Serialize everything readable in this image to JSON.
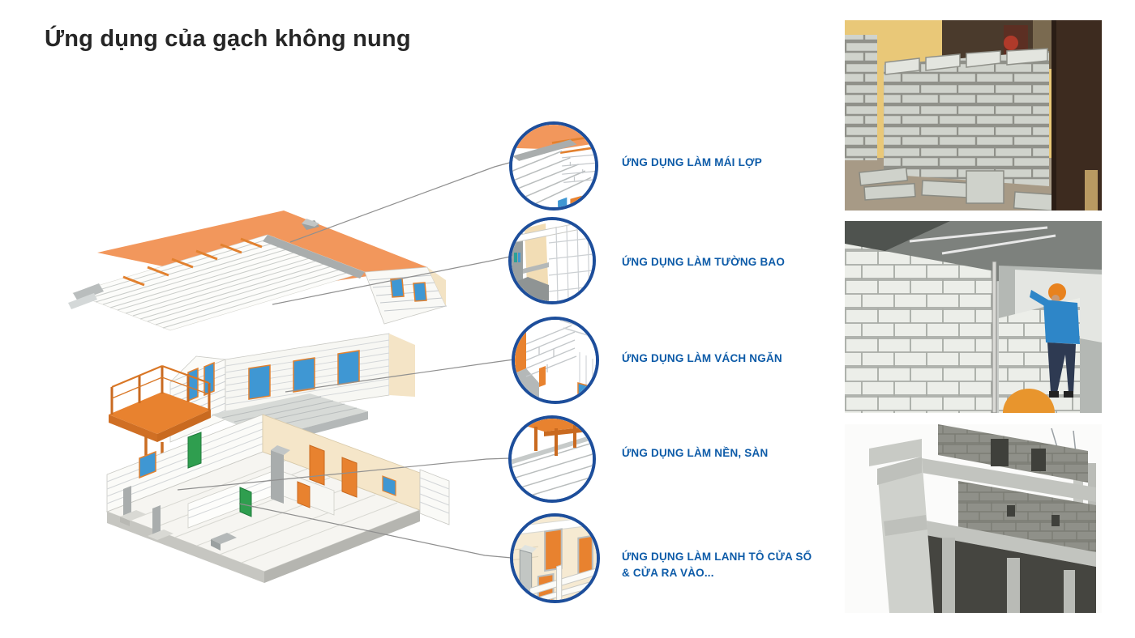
{
  "slide": {
    "title": "Ứng dụng của gạch không nung"
  },
  "callouts": [
    {
      "id": "roof",
      "label": "ỨNG DỤNG LÀM MÁI LỢP",
      "icon": "roof-tiles-detail-icon"
    },
    {
      "id": "exterior-wall",
      "label": "ỨNG DỤNG LÀM TƯỜNG BAO",
      "icon": "exterior-wall-detail-icon"
    },
    {
      "id": "partition",
      "label": "ỨNG DỤNG LÀM VÁCH NGĂN",
      "icon": "partition-wall-detail-icon"
    },
    {
      "id": "floor-slab",
      "label": "ỨNG DỤNG LÀM NỀN, SÀN",
      "icon": "floor-slab-detail-icon"
    },
    {
      "id": "lintel",
      "label": "ỨNG DỤNG LÀM LANH TÔ CỬA SỔ & CỬA RA VÀO...",
      "icon": "door-window-lintel-detail-icon"
    }
  ],
  "illustration": {
    "name": "exploded-axonometric-house-diagram"
  },
  "photos": [
    {
      "name": "unburnt-brick-wall-masonry-photo"
    },
    {
      "name": "aac-block-wall-with-worker-photo"
    },
    {
      "name": "concrete-frame-brick-infill-building-photo"
    }
  ],
  "colors": {
    "title_dark": "#262626",
    "label_blue": "#0d5ba8",
    "circle_border_navy": "#1d4e9b",
    "roof_orange": "#f2975c",
    "door_orange": "#e8822f",
    "window_blue": "#3f97d3",
    "connector_gray": "#8f8f8f"
  }
}
